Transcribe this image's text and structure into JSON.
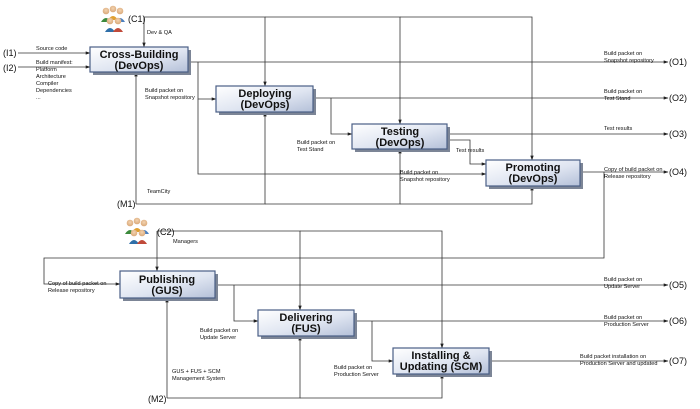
{
  "boxes": {
    "cross_building": [
      "Cross-Building",
      "(DevOps)"
    ],
    "deploying": [
      "Deploying",
      "(DevOps)"
    ],
    "testing": [
      "Testing",
      "(DevOps)"
    ],
    "promoting": [
      "Promoting",
      "(DevOps)"
    ],
    "publishing": [
      "Publishing",
      "(GUS)"
    ],
    "delivering": [
      "Delivering",
      "(FUS)"
    ],
    "installing": [
      "Installing &",
      "Updating (SCM)"
    ]
  },
  "controls": {
    "c1": "(C1)",
    "c2": "(C2)"
  },
  "mechanisms": {
    "m1": "(M1)",
    "m2": "(M2)"
  },
  "inputs": {
    "i1": "(I1)",
    "i2": "(I2)"
  },
  "outputs": {
    "o1": "(O1)",
    "o2": "(O2)",
    "o3": "(O3)",
    "o4": "(O4)",
    "o5": "(O5)",
    "o6": "(O6)",
    "o7": "(O7)"
  },
  "labels": {
    "dev_qa": "Dev & QA",
    "source_code": "Source code",
    "build_manifest": [
      "Build manifest:",
      "Platform",
      "Architecture",
      "Compiler",
      "Dependencies",
      "..."
    ],
    "o1": [
      "Build packet on",
      "Snapshot repository"
    ],
    "snapshot_in": [
      "Build packet on",
      "Snapshot repository"
    ],
    "o2": [
      "Build packet on",
      "Test Stand"
    ],
    "teststand_in": [
      "Build packet on",
      "Test Stand"
    ],
    "o3": [
      "Test results"
    ],
    "test_results_in": [
      "Test results"
    ],
    "snapshot_in2": [
      "Build packet on",
      "Snapshot repository"
    ],
    "o4": [
      "Copy of build packet on",
      "Release repository"
    ],
    "teamcity": "TeamCity",
    "managers": "Managers",
    "release_in": [
      "Copy of build packet on",
      "Release repository"
    ],
    "o5": [
      "Build packet on",
      "Update Server"
    ],
    "update_in": [
      "Build packet on",
      "Update Server"
    ],
    "o6": [
      "Build packet on",
      "Production Server"
    ],
    "prod_in": [
      "Build packet on",
      "Production Server"
    ],
    "o7": [
      "Build packet installation on",
      "Production Server and updated"
    ],
    "m2_label": [
      "GUS + FUS + SCM",
      "Management System"
    ]
  }
}
